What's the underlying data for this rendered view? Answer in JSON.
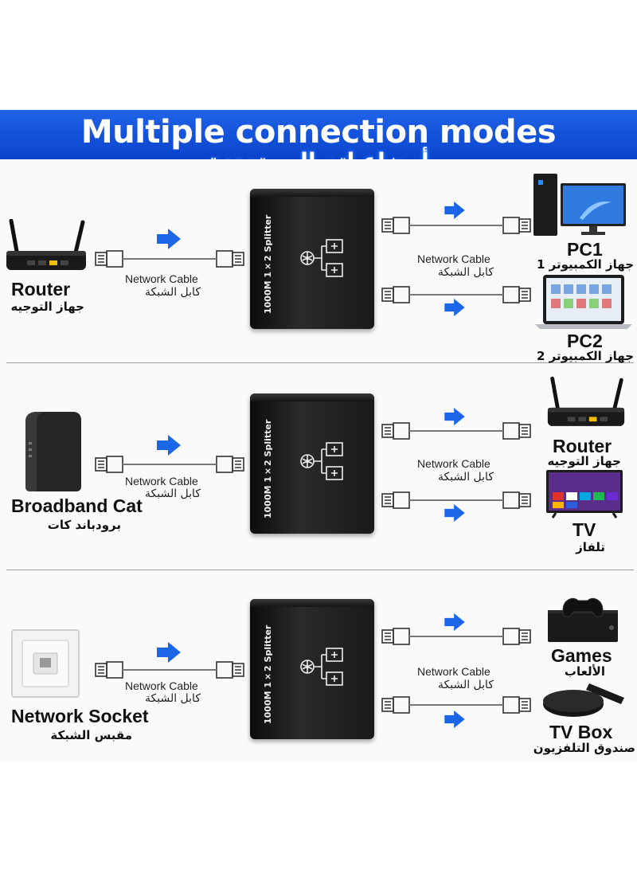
{
  "banner": {
    "title": "Multiple connection modes",
    "subtitle": "أوضاع اتصال متعددة"
  },
  "device_label": "1000M 1×2 Splitter",
  "cable": {
    "label_en": "Network Cable",
    "label_ar": "كابل الشبكة"
  },
  "sections": [
    {
      "source": {
        "name": "Router",
        "name_ar": "جهاز التوجيه",
        "icon": "router-icon"
      },
      "outputs": [
        {
          "name": "PC1",
          "name_ar": "جهاز الكمبيوتر 1",
          "icon": "desktop-pc-icon"
        },
        {
          "name": "PC2",
          "name_ar": "جهاز الكمبيوتر 2",
          "icon": "laptop-icon"
        }
      ]
    },
    {
      "source": {
        "name": "Broadband Cat",
        "name_ar": "برودباند كات",
        "icon": "modem-icon"
      },
      "outputs": [
        {
          "name": "Router",
          "name_ar": "جهاز التوجيه",
          "icon": "router-icon"
        },
        {
          "name": "TV",
          "name_ar": "تلفاز",
          "icon": "tv-icon"
        }
      ]
    },
    {
      "source": {
        "name": "Network Socket",
        "name_ar": "مقبس الشبكة",
        "icon": "wall-socket-icon"
      },
      "outputs": [
        {
          "name": "Games",
          "name_ar": "الألعاب",
          "icon": "game-console-icon"
        },
        {
          "name": "TV Box",
          "name_ar": "صندوق التلفزيون",
          "icon": "tv-box-icon"
        }
      ]
    }
  ],
  "colors": {
    "banner": "#0a4fd8",
    "arrow": "#1a66e6",
    "splitter": "#1a1a1a"
  }
}
